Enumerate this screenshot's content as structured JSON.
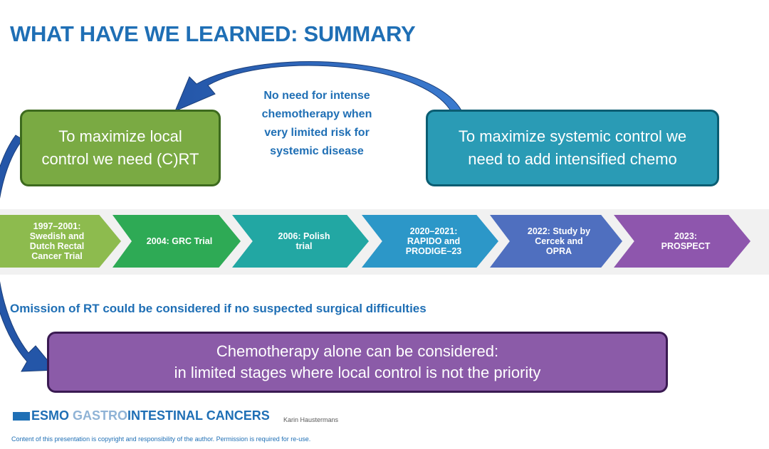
{
  "title": "WHAT HAVE WE LEARNED: SUMMARY",
  "left_box": {
    "lines": [
      "To maximize local",
      "control we need (C)RT"
    ],
    "color": "#7aaa43"
  },
  "right_box": {
    "lines": [
      "To maximize systemic control we",
      "need to add intensified chemo"
    ],
    "color": "#2a9bb5"
  },
  "middle_note": {
    "lines": [
      "No need for intense",
      "chemotherapy when",
      "very limited risk for",
      "systemic disease"
    ]
  },
  "timeline": [
    {
      "lines": [
        "1997–2001:",
        "Swedish and",
        "Dutch Rectal",
        "Cancer Trial"
      ],
      "color": "#8dbb4e"
    },
    {
      "lines": [
        "2004: GRC Trial"
      ],
      "color": "#2eaa55"
    },
    {
      "lines": [
        "2006: Polish",
        "trial"
      ],
      "color": "#22a7a3"
    },
    {
      "lines": [
        "2020–2021:",
        "RAPIDO and",
        "PRODIGE–23"
      ],
      "color": "#2c97c8"
    },
    {
      "lines": [
        "2022: Study by",
        "Cercek and",
        "OPRA"
      ],
      "color": "#4f6fbf"
    },
    {
      "lines": [
        "2023:",
        "PROSPECT"
      ],
      "color": "#8e56ad"
    }
  ],
  "omission_text": "Omission of RT could be considered if no suspected surgical difficulties",
  "bottom_box": {
    "lines": [
      "Chemotherapy alone can be considered:",
      "in limited stages where local control is not the priority"
    ],
    "color": "#8b5ba8"
  },
  "footer": {
    "logo_esmo": "ESMO",
    "logo_gastro": "GASTRO",
    "logo_rest": "INTESTINAL CANCERS",
    "author": "Karin Haustermans",
    "copyright": "Content of this presentation is copyright and responsibility of the author. Permission is required for re-use."
  }
}
